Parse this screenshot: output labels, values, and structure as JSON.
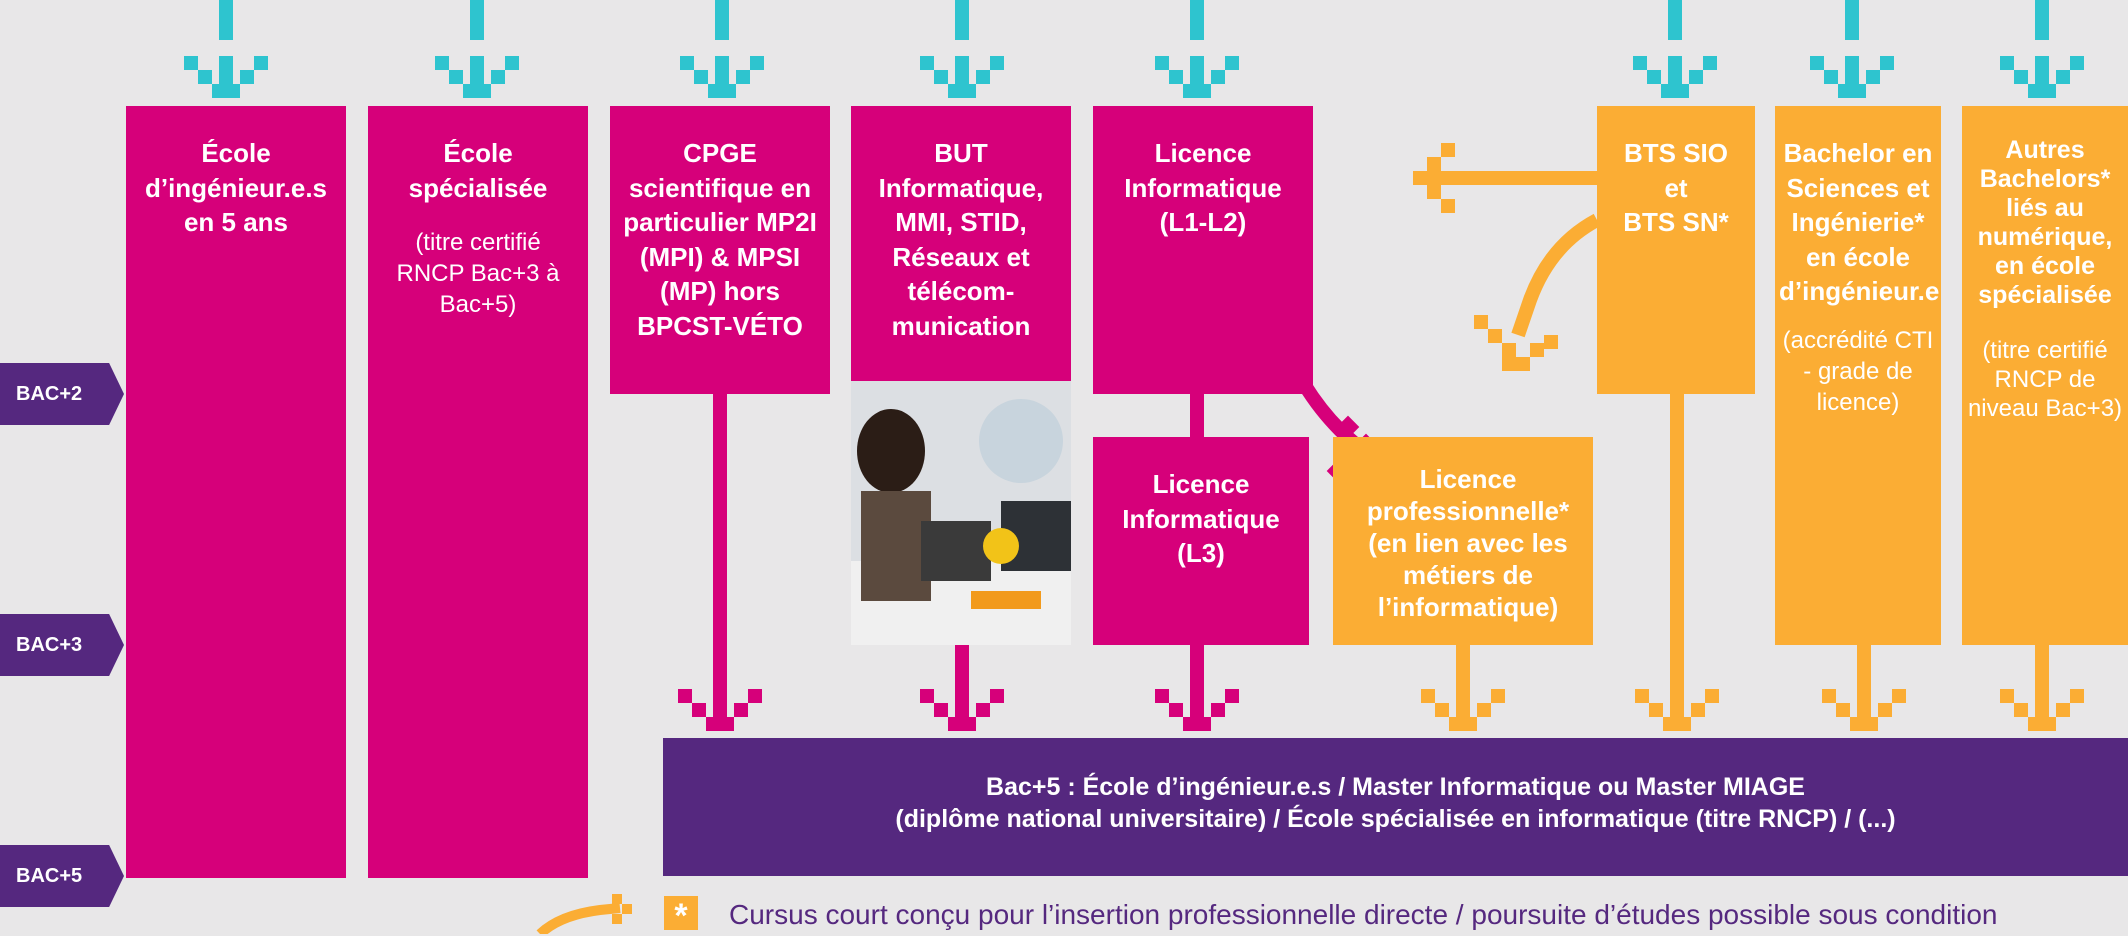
{
  "colors": {
    "pink": "#d6007a",
    "orange": "#fbad34",
    "purple": "#55287f",
    "cyan": "#2ec4cf",
    "background": "#e8e7e8"
  },
  "levels": [
    "BAC+2",
    "BAC+3",
    "BAC+5"
  ],
  "boxes": {
    "ecole_ingenieur": {
      "title": "École d’ingénieur.e.s en 5 ans"
    },
    "ecole_specialisee": {
      "title": "École spécialisée",
      "note": "(titre certifié RNCP Bac+3 à Bac+5)"
    },
    "cpge": {
      "title": "CPGE scientifique en particulier MP2I (MPI) & MPSI (MP) hors BPCST-VÉTO"
    },
    "but": {
      "title": "BUT Informatique, MMI, STID, Réseaux et télécom-munication"
    },
    "licence_l1l2": {
      "title": "Licence Informatique (L1-L2)"
    },
    "licence_l3": {
      "title": "Licence Informatique (L3)"
    },
    "licence_pro": {
      "title": "Licence professionnelle* (en lien avec les métiers de l’informatique)"
    },
    "bts": {
      "title_line1": "BTS SIO",
      "title_line2": "et",
      "title_line3": "BTS SN*"
    },
    "bachelor_si": {
      "title": "Bachelor en Sciences et Ingénierie* en école d’ingénieur.e",
      "note": "(accrédité CTI - grade de licence)"
    },
    "autres_bachelors": {
      "title": "Autres Bachelors* liés au numérique, en école spécialisée",
      "note": "(titre certifié RNCP de niveau Bac+3)"
    },
    "bac5": {
      "line1": "Bac+5 : École d’ingénieur.e.s / Master Informatique ou Master MIAGE",
      "line2": "(diplôme national universitaire) / École spécialisée en informatique (titre RNCP) / (...)"
    }
  },
  "photo": {
    "icon": "student-electronics-photo"
  },
  "legend": {
    "symbol": "*",
    "text": "Cursus court conçu pour l’insertion professionnelle directe / poursuite d’études possible sous condition"
  }
}
